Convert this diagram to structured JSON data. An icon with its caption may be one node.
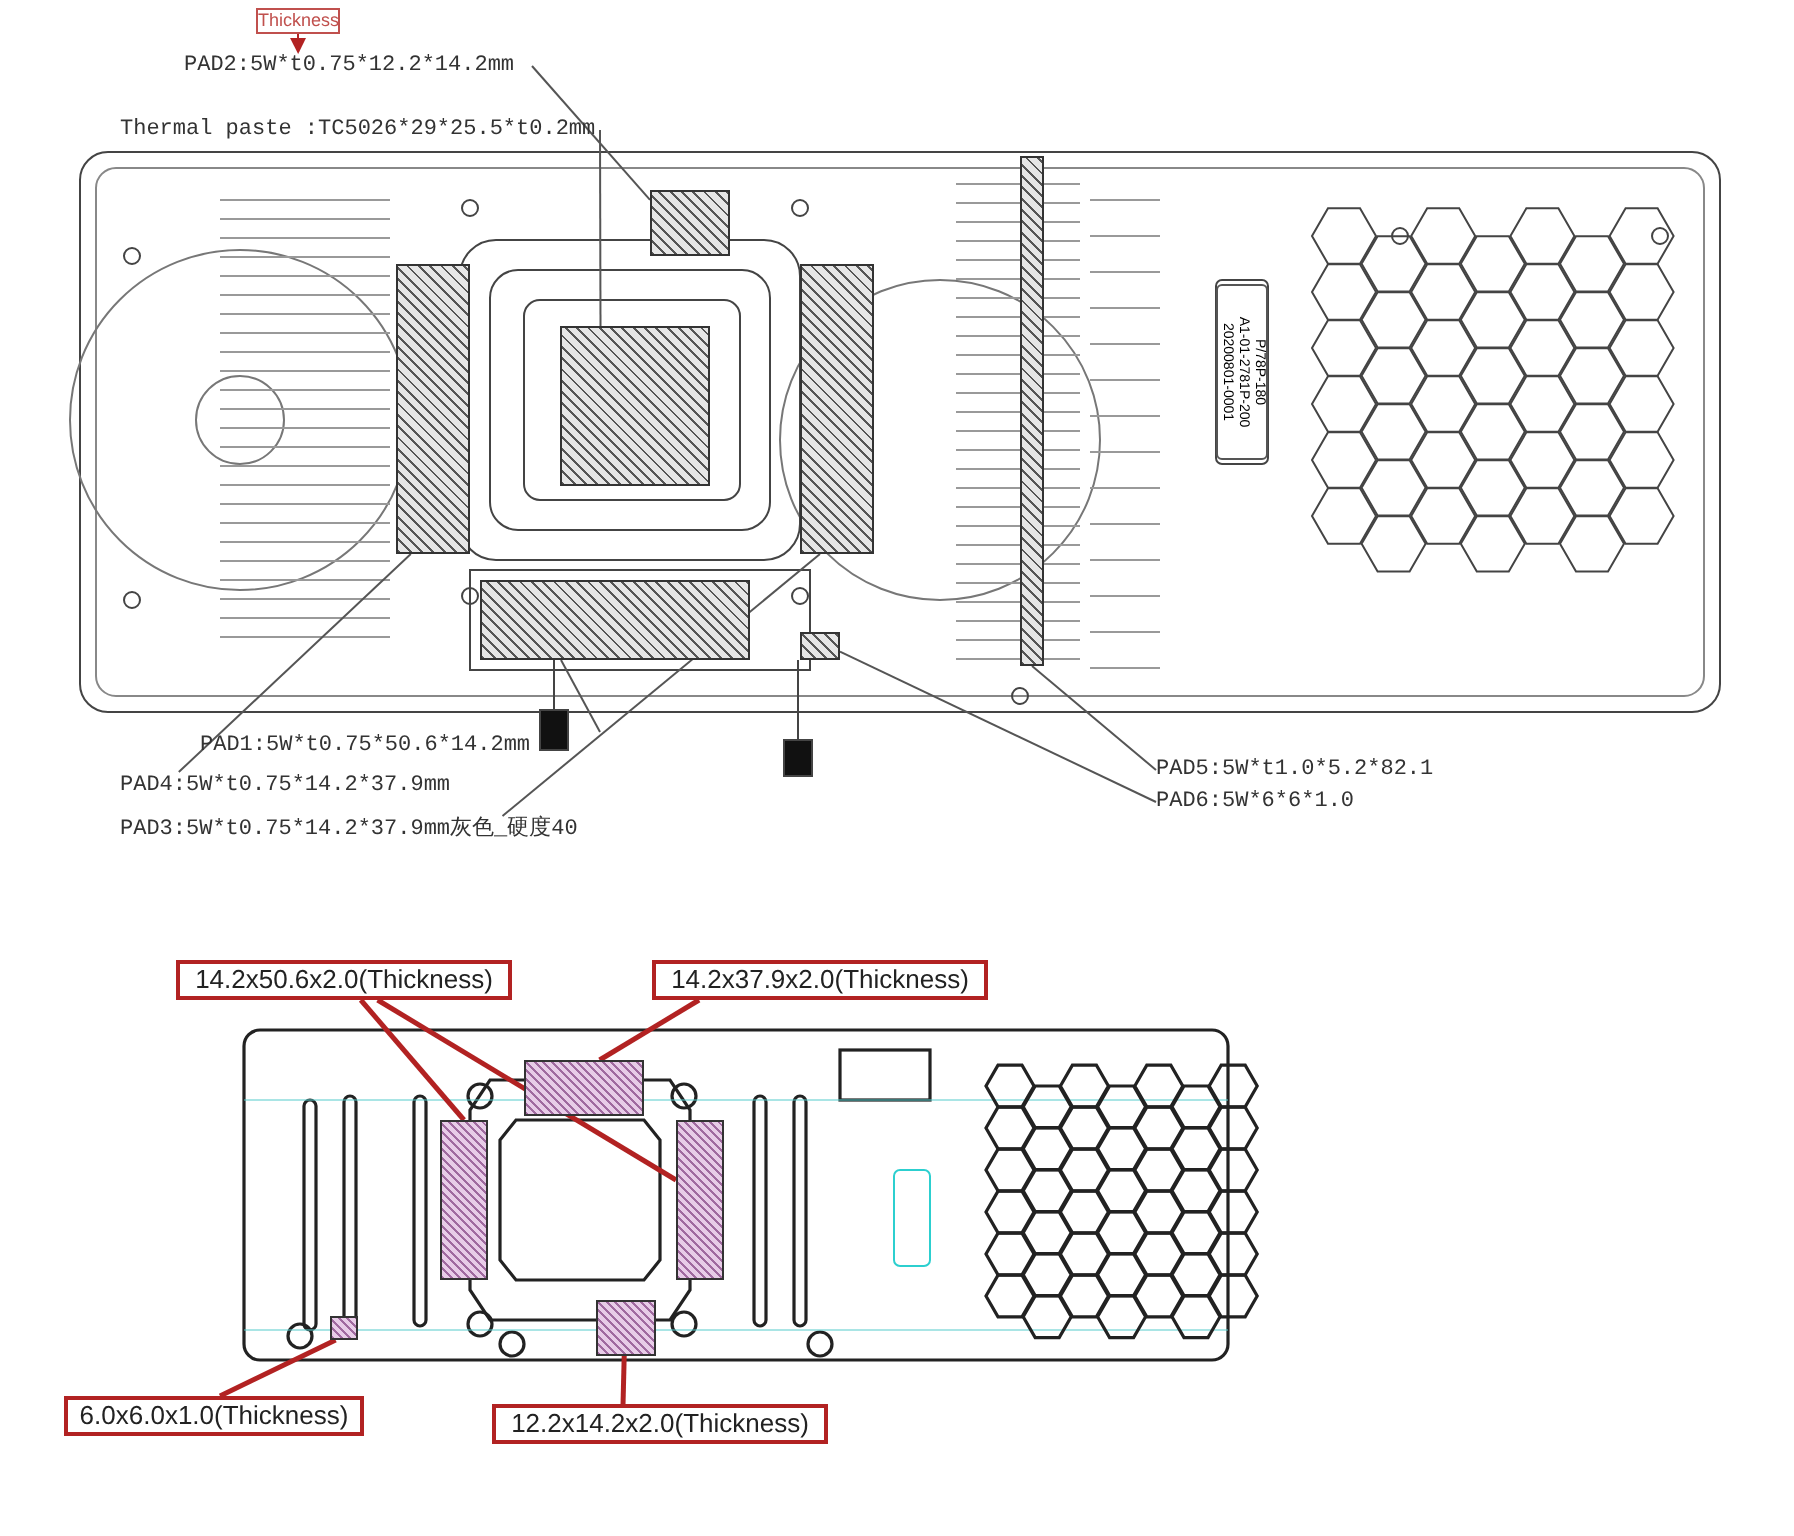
{
  "diagram": {
    "nodes": [
      {
        "text": [
          "Thickness"
        ]
      },
      {
        "text": [
          "PAD2:5W*t0.75*12.2*14.2mm"
        ]
      },
      {
        "text": [
          "Thermal paste :TC5026*29*25.5*t0.2mm"
        ]
      },
      {
        "text": [
          "PAD1:5W*t0.75*50.6*14.2mm"
        ]
      },
      {
        "text": [
          "PAD4:5W*t0.75*14.2*37.9mm"
        ]
      },
      {
        "text": [
          "PAD3:5W*t0.75*14.2*37.9mm灰色_硬度40"
        ]
      },
      {
        "text": [
          "PAD5:5W*t1.0*5.2*82.1"
        ]
      },
      {
        "text": [
          "PAD6:5W*6*6*1.0"
        ]
      },
      {
        "text": [
          "14.2x50.6x2.0(Thickness)"
        ]
      },
      {
        "text": [
          "14.2x37.9x2.0(Thickness)"
        ]
      },
      {
        "text": [
          "6.0x6.0x1.0(Thickness)"
        ]
      },
      {
        "text": [
          "12.2x14.2x2.0(Thickness)"
        ]
      },
      {
        "text": [],
        "shape": "box"
      },
      {
        "text": [],
        "shape": "box"
      },
      {
        "text": [],
        "shape": "box"
      },
      {
        "text": [],
        "shape": "box"
      },
      {
        "text": [],
        "shape": "box"
      },
      {
        "text": [],
        "shape": "box"
      },
      {
        "text": [],
        "shape": "box"
      },
      {
        "text": [],
        "shape": "box"
      },
      {
        "text": [],
        "shape": "box"
      },
      {
        "text": [],
        "shape": "box"
      },
      {
        "text": [],
        "shape": "box"
      },
      {
        "text": [],
        "shape": "box"
      }
    ],
    "edges": [
      {
        "from": 0,
        "to": 1,
        "arrow": "to",
        "color": "#b22222"
      },
      {
        "from": 1,
        "to": 12,
        "arrow": "none"
      },
      {
        "from": 2,
        "to": 13,
        "arrow": "none"
      },
      {
        "from": 3,
        "to": 16,
        "arrow": "none"
      },
      {
        "from": 4,
        "to": 14,
        "arrow": "none"
      },
      {
        "from": 5,
        "to": 15,
        "arrow": "none"
      },
      {
        "from": 6,
        "to": 17,
        "arrow": "none"
      },
      {
        "from": 7,
        "to": 18,
        "arrow": "none"
      },
      {
        "from": 8,
        "to": 19,
        "arrow": "none",
        "style": "thick",
        "color": "#b22222"
      },
      {
        "from": 8,
        "to": 21,
        "arrow": "none",
        "style": "thick",
        "color": "#b22222"
      },
      {
        "from": 9,
        "to": 20,
        "arrow": "none",
        "style": "thick",
        "color": "#b22222"
      },
      {
        "from": 10,
        "to": 23,
        "arrow": "none",
        "style": "thick",
        "color": "#b22222"
      },
      {
        "from": 11,
        "to": 22,
        "arrow": "none",
        "style": "thick",
        "color": "#b22222"
      }
    ],
    "labels": [
      "P/78P-180",
      "A1-01-2781P-200",
      "20200801-0001"
    ]
  }
}
